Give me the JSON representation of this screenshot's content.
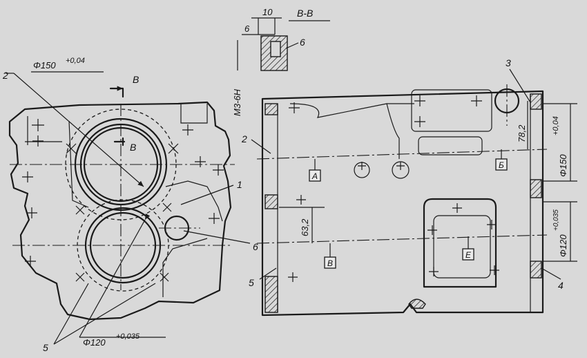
{
  "section_label": "B-B",
  "dim_section_10": "10",
  "dim_section_6": "6",
  "thread_spec": "M3-6H",
  "bore_upper_diameter": "Φ150",
  "bore_upper_tolerance": "+0,04",
  "bore_lower_diameter": "Φ120",
  "bore_lower_tolerance": "+0,035",
  "section_mark": "B",
  "dim_height_upper": "78,2",
  "dim_height_lower": "63,2",
  "datum_labels": [
    "A",
    "Б",
    "В",
    "Е"
  ],
  "callouts": [
    "1",
    "2",
    "3",
    "4",
    "5",
    "6"
  ]
}
